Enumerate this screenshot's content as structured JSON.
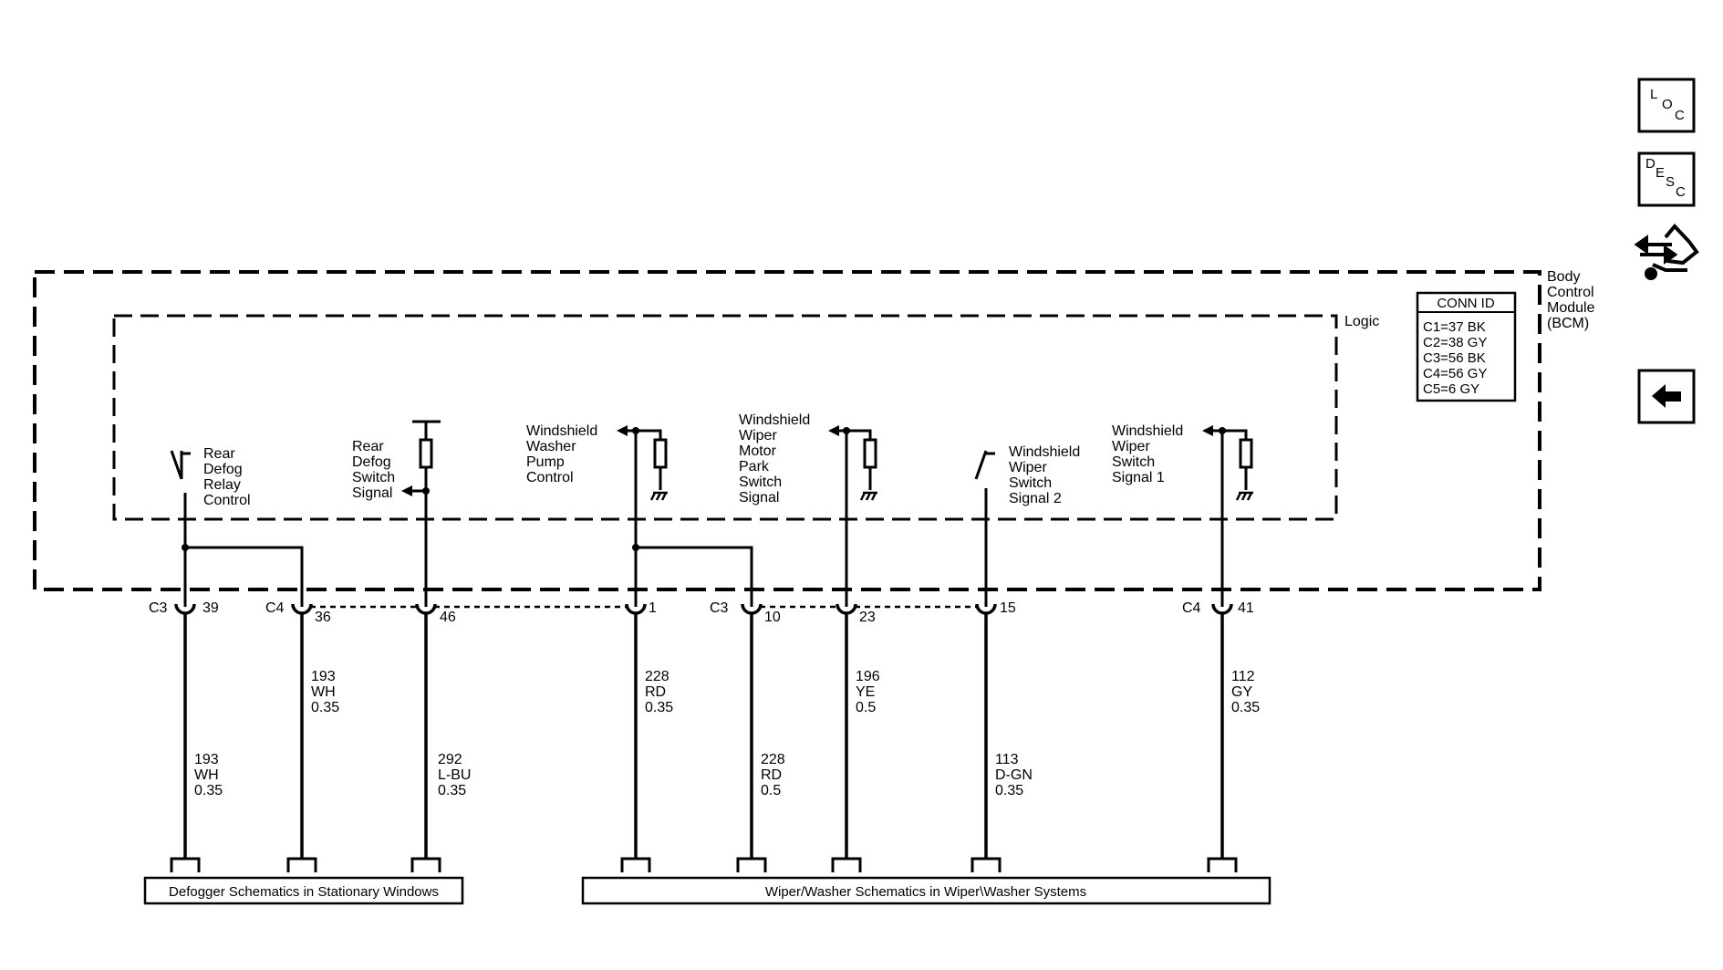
{
  "module": {
    "name_lines": [
      "Body",
      "Control",
      "Module",
      "(BCM)"
    ],
    "logic_label": "Logic"
  },
  "conn_id": {
    "title": "CONN ID",
    "lines": [
      "C1=37 BK",
      "C2=38 GY",
      "C3=56 BK",
      "C4=56 GY",
      "C5=6 GY"
    ]
  },
  "functions": [
    {
      "id": "rear-defog-relay-control",
      "lines": [
        "Rear",
        "Defog",
        "Relay",
        "Control"
      ]
    },
    {
      "id": "rear-defog-switch-signal",
      "lines": [
        "Rear",
        "Defog",
        "Switch",
        "Signal"
      ]
    },
    {
      "id": "washer-pump-control",
      "lines": [
        "Windshield",
        "Washer",
        "Pump",
        "Control"
      ]
    },
    {
      "id": "wiper-motor-park-switch",
      "lines": [
        "Windshield",
        "Wiper",
        "Motor",
        "Park",
        "Switch",
        "Signal"
      ]
    },
    {
      "id": "wiper-switch-signal-2",
      "lines": [
        "Windshield",
        "Wiper",
        "Switch",
        "Signal 2"
      ]
    },
    {
      "id": "wiper-switch-signal-1",
      "lines": [
        "Windshield",
        "Wiper",
        "Switch",
        "Signal 1"
      ]
    }
  ],
  "connector_labels": [
    "C3",
    "C4",
    "C3",
    "C4"
  ],
  "pins": [
    "39",
    "36",
    "46",
    "1",
    "10",
    "23",
    "15",
    "41"
  ],
  "wires": [
    {
      "circuit": "193",
      "color": "WH",
      "gauge": "0.35"
    },
    {
      "circuit": "193",
      "color": "WH",
      "gauge": "0.35"
    },
    {
      "circuit": "292",
      "color": "L-BU",
      "gauge": "0.35"
    },
    {
      "circuit": "228",
      "color": "RD",
      "gauge": "0.35"
    },
    {
      "circuit": "228",
      "color": "RD",
      "gauge": "0.5"
    },
    {
      "circuit": "196",
      "color": "YE",
      "gauge": "0.5"
    },
    {
      "circuit": "113",
      "color": "D-GN",
      "gauge": "0.35"
    },
    {
      "circuit": "112",
      "color": "GY",
      "gauge": "0.35"
    }
  ],
  "destinations": [
    "Defogger Schematics in Stationary Windows",
    "Wiper/Washer Schematics in Wiper\\Washer Systems"
  ],
  "sidebar": {
    "loc": {
      "letters": [
        "L",
        "O",
        "C"
      ],
      "icon": "loc-icon"
    },
    "desc": {
      "letters": [
        "D",
        "E",
        "S",
        "C"
      ],
      "icon": "desc-icon"
    },
    "connector_icon": "connector-hand-icon",
    "back_icon": "back-arrow-icon"
  }
}
